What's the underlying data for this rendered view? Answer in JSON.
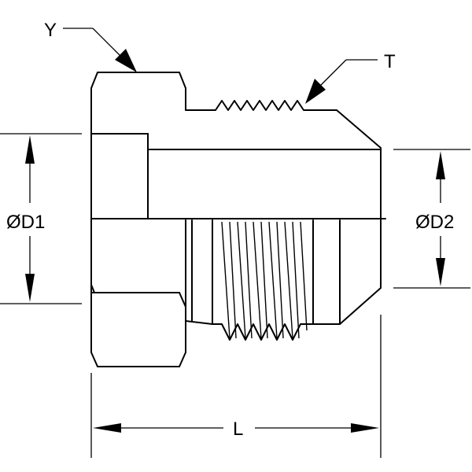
{
  "labels": {
    "y": "Y",
    "t": "T",
    "d1": "ØD1",
    "d2": "ØD2",
    "l": "L"
  }
}
